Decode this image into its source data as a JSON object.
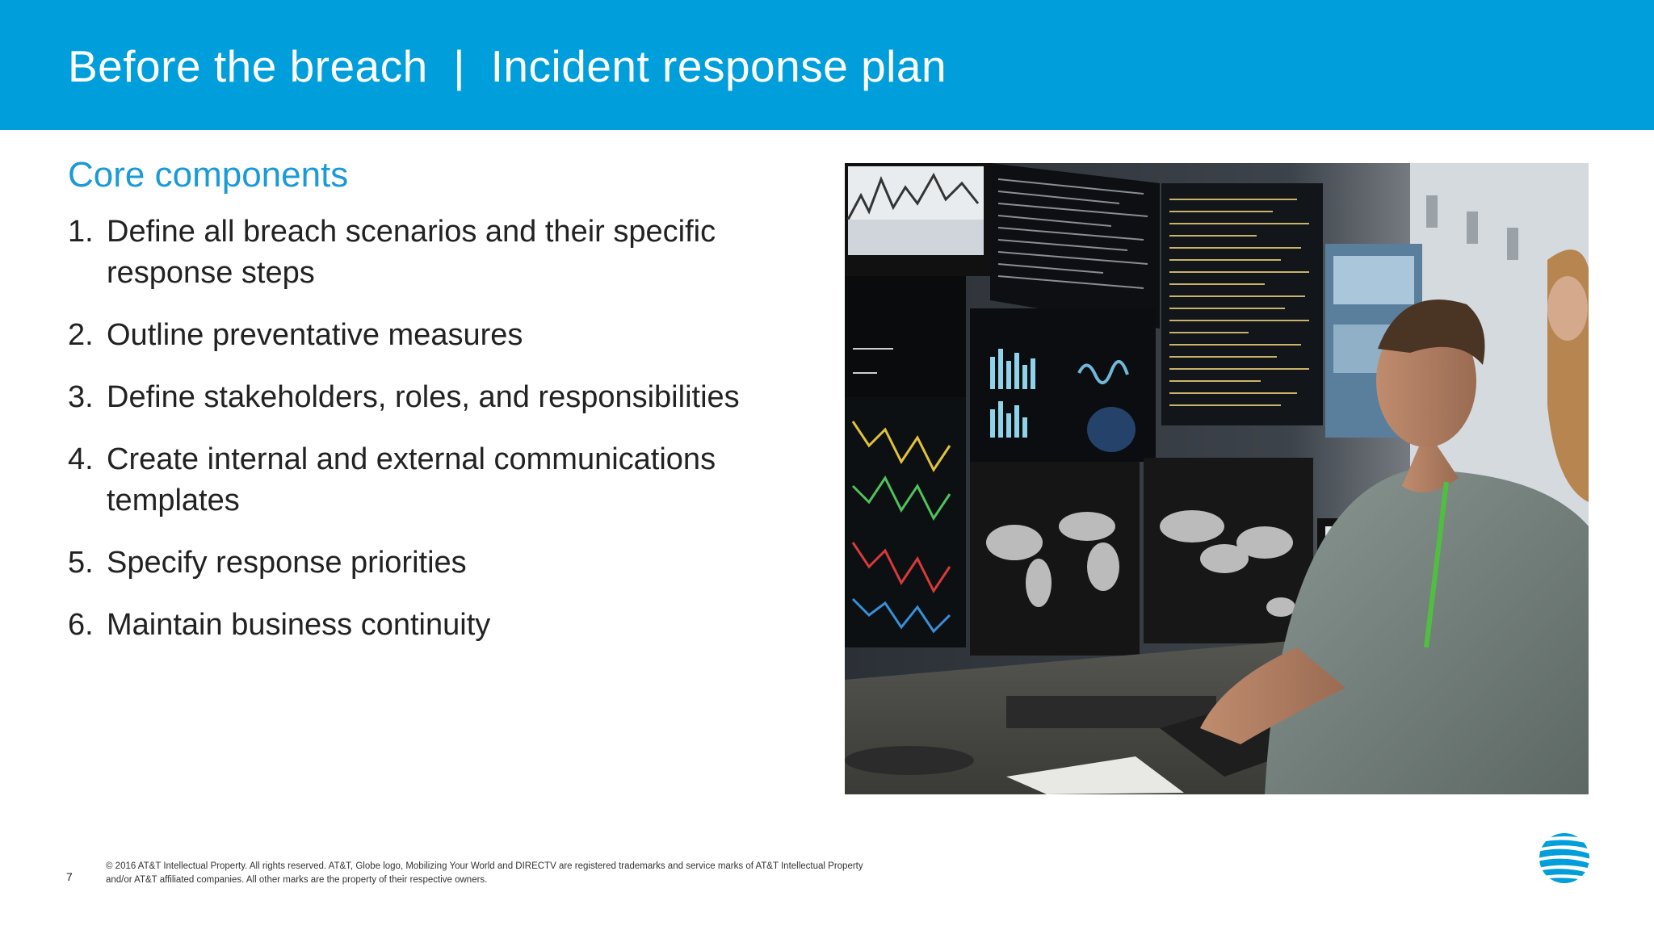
{
  "header": {
    "title": "Before the breach  |  Incident response plan"
  },
  "section": {
    "heading": "Core components"
  },
  "items": [
    {
      "number": "1.",
      "text": "Define all breach scenarios and their specific response steps"
    },
    {
      "number": "2.",
      "text": "Outline preventative measures"
    },
    {
      "number": "3.",
      "text": "Define stakeholders, roles, and responsibilities"
    },
    {
      "number": "4.",
      "text": "Create internal and external communications templates"
    },
    {
      "number": "5.",
      "text": "Specify response priorities"
    },
    {
      "number": "6.",
      "text": "Maintain business continuity"
    }
  ],
  "footer": {
    "page_number": "7",
    "legal_line1": "© 2016 AT&T Intellectual Property. All rights reserved. AT&T, Globe logo, Mobilizing Your World and DIRECTV are registered trademarks and service marks of AT&T Intellectual Property",
    "legal_line2": "and/or AT&T affiliated companies. All other marks are the property of their respective owners."
  },
  "colors": {
    "header_bg": "#009fdb",
    "heading": "#1a9ad6",
    "body_text": "#222222"
  },
  "image": {
    "subject": "security operations center photo: analyst at keyboard facing wall of monitors with charts, code and world maps"
  },
  "logo": {
    "icon": "att-globe-icon"
  }
}
